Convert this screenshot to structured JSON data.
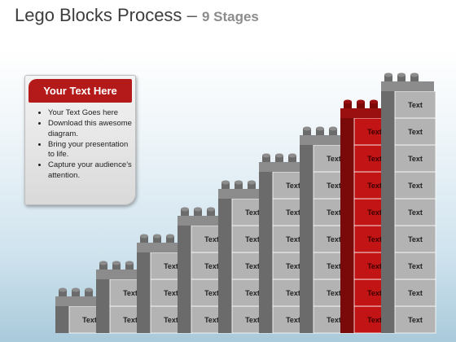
{
  "header": {
    "title": "Lego Blocks Process",
    "dash": "–",
    "subtitle": "9 Stages"
  },
  "card": {
    "heading": "Your Text Here",
    "bullets": [
      "Your Text Goes here",
      "Download this awesome diagram.",
      "Bring your presentation to life.",
      "Capture your audience’s attention."
    ]
  },
  "stages": {
    "count": 9,
    "highlight_stage": 8,
    "block_label": "Text",
    "colors": {
      "gray_front": "#b3b3b3",
      "gray_side": "#6b6b6b",
      "gray_top": "#8c8c8c",
      "red_front": "#c21414",
      "red_side": "#7a0a0a",
      "red_top": "#9a0f0f"
    }
  }
}
